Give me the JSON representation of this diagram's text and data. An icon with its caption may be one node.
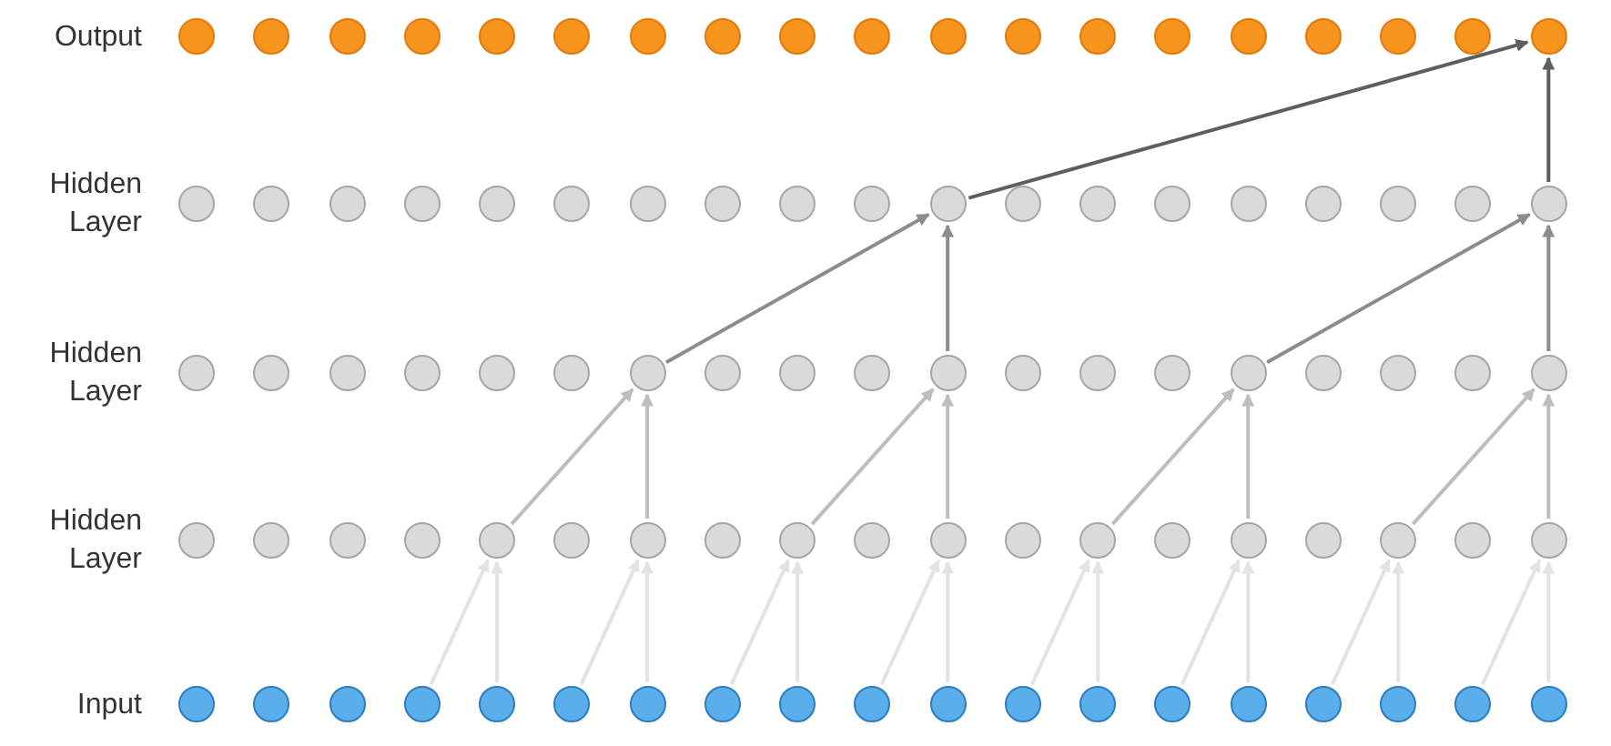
{
  "diagram": {
    "nodes": [
      {
        "text": [],
        "shape": "circle"
      },
      {
        "text": [],
        "shape": "circle"
      },
      {
        "text": [],
        "shape": "circle"
      },
      {
        "text": [],
        "shape": "circle"
      },
      {
        "text": [],
        "shape": "circle"
      },
      {
        "text": [],
        "shape": "circle"
      },
      {
        "text": [],
        "shape": "circle"
      },
      {
        "text": [],
        "shape": "circle"
      },
      {
        "text": [],
        "shape": "circle"
      },
      {
        "text": [],
        "shape": "circle"
      },
      {
        "text": [],
        "shape": "circle"
      },
      {
        "text": [],
        "shape": "circle"
      },
      {
        "text": [],
        "shape": "circle"
      },
      {
        "text": [],
        "shape": "circle"
      },
      {
        "text": [],
        "shape": "circle"
      },
      {
        "text": [],
        "shape": "circle"
      },
      {
        "text": [],
        "shape": "circle"
      },
      {
        "text": [],
        "shape": "circle"
      },
      {
        "text": [],
        "shape": "circle"
      },
      {
        "text": [],
        "shape": "circle"
      },
      {
        "text": [],
        "shape": "circle"
      },
      {
        "text": [],
        "shape": "circle"
      },
      {
        "text": [],
        "shape": "circle"
      },
      {
        "text": [],
        "shape": "circle"
      },
      {
        "text": [],
        "shape": "circle"
      },
      {
        "text": [],
        "shape": "circle"
      },
      {
        "text": [],
        "shape": "circle"
      },
      {
        "text": [],
        "shape": "circle"
      },
      {
        "text": [],
        "shape": "circle"
      },
      {
        "text": [],
        "shape": "circle"
      },
      {
        "text": [],
        "shape": "circle"
      },
      {
        "text": [],
        "shape": "circle"
      },
      {
        "text": [],
        "shape": "circle"
      },
      {
        "text": [],
        "shape": "circle"
      },
      {
        "text": [],
        "shape": "circle"
      },
      {
        "text": [],
        "shape": "circle"
      },
      {
        "text": [],
        "shape": "circle"
      },
      {
        "text": [],
        "shape": "circle"
      },
      {
        "text": [],
        "shape": "circle"
      },
      {
        "text": [],
        "shape": "circle"
      },
      {
        "text": [],
        "shape": "circle"
      },
      {
        "text": [],
        "shape": "circle"
      },
      {
        "text": [],
        "shape": "circle"
      },
      {
        "text": [],
        "shape": "circle"
      },
      {
        "text": [],
        "shape": "circle"
      },
      {
        "text": [],
        "shape": "circle"
      },
      {
        "text": [],
        "shape": "circle"
      },
      {
        "text": [],
        "shape": "circle"
      },
      {
        "text": [],
        "shape": "circle"
      },
      {
        "text": [],
        "shape": "circle"
      },
      {
        "text": [],
        "shape": "circle"
      },
      {
        "text": [],
        "shape": "circle"
      },
      {
        "text": [],
        "shape": "circle"
      },
      {
        "text": [],
        "shape": "circle"
      },
      {
        "text": [],
        "shape": "circle"
      },
      {
        "text": [],
        "shape": "circle"
      },
      {
        "text": [],
        "shape": "circle"
      },
      {
        "text": [],
        "shape": "circle"
      },
      {
        "text": [],
        "shape": "circle"
      },
      {
        "text": [],
        "shape": "circle"
      },
      {
        "text": [],
        "shape": "circle"
      },
      {
        "text": [],
        "shape": "circle"
      },
      {
        "text": [],
        "shape": "circle"
      },
      {
        "text": [],
        "shape": "circle"
      },
      {
        "text": [],
        "shape": "circle"
      },
      {
        "text": [],
        "shape": "circle"
      },
      {
        "text": [],
        "shape": "circle"
      },
      {
        "text": [],
        "shape": "circle"
      },
      {
        "text": [],
        "shape": "circle"
      },
      {
        "text": [],
        "shape": "circle"
      },
      {
        "text": [],
        "shape": "circle"
      },
      {
        "text": [],
        "shape": "circle"
      },
      {
        "text": [],
        "shape": "circle"
      },
      {
        "text": [],
        "shape": "circle"
      },
      {
        "text": [],
        "shape": "circle"
      },
      {
        "text": [],
        "shape": "circle"
      },
      {
        "text": [],
        "shape": "circle"
      },
      {
        "text": [],
        "shape": "circle"
      },
      {
        "text": [],
        "shape": "circle"
      },
      {
        "text": [],
        "shape": "circle"
      },
      {
        "text": [],
        "shape": "circle"
      },
      {
        "text": [],
        "shape": "circle"
      },
      {
        "text": [],
        "shape": "circle"
      },
      {
        "text": [],
        "shape": "circle"
      },
      {
        "text": [],
        "shape": "circle"
      },
      {
        "text": [],
        "shape": "circle"
      },
      {
        "text": [],
        "shape": "circle"
      },
      {
        "text": [],
        "shape": "circle"
      },
      {
        "text": [],
        "shape": "circle"
      },
      {
        "text": [],
        "shape": "circle"
      },
      {
        "text": [],
        "shape": "circle"
      },
      {
        "text": [],
        "shape": "circle"
      },
      {
        "text": [],
        "shape": "circle"
      },
      {
        "text": [],
        "shape": "circle"
      },
      {
        "text": [],
        "shape": "circle"
      }
    ],
    "edges": [
      {
        "from": 79,
        "to": 61,
        "arrow": "to"
      },
      {
        "from": 80,
        "to": 61,
        "arrow": "to"
      },
      {
        "from": 81,
        "to": 63,
        "arrow": "to"
      },
      {
        "from": 82,
        "to": 63,
        "arrow": "to"
      },
      {
        "from": 83,
        "to": 65,
        "arrow": "to"
      },
      {
        "from": 84,
        "to": 65,
        "arrow": "to"
      },
      {
        "from": 85,
        "to": 67,
        "arrow": "to"
      },
      {
        "from": 86,
        "to": 67,
        "arrow": "to"
      },
      {
        "from": 87,
        "to": 69,
        "arrow": "to"
      },
      {
        "from": 88,
        "to": 69,
        "arrow": "to"
      },
      {
        "from": 89,
        "to": 71,
        "arrow": "to"
      },
      {
        "from": 90,
        "to": 71,
        "arrow": "to"
      },
      {
        "from": 91,
        "to": 73,
        "arrow": "to"
      },
      {
        "from": 92,
        "to": 73,
        "arrow": "to"
      },
      {
        "from": 93,
        "to": 75,
        "arrow": "to"
      },
      {
        "from": 94,
        "to": 75,
        "arrow": "to"
      },
      {
        "from": 61,
        "to": 44,
        "arrow": "to",
        "color": "#bdbdbd"
      },
      {
        "from": 63,
        "to": 44,
        "arrow": "to",
        "color": "#bdbdbd"
      },
      {
        "from": 65,
        "to": 48,
        "arrow": "to",
        "color": "#bdbdbd"
      },
      {
        "from": 67,
        "to": 48,
        "arrow": "to",
        "color": "#bdbdbd"
      },
      {
        "from": 69,
        "to": 52,
        "arrow": "to",
        "color": "#bdbdbd"
      },
      {
        "from": 71,
        "to": 52,
        "arrow": "to",
        "color": "#bdbdbd"
      },
      {
        "from": 73,
        "to": 56,
        "arrow": "to",
        "color": "#bdbdbd"
      },
      {
        "from": 75,
        "to": 56,
        "arrow": "to",
        "color": "#bdbdbd"
      },
      {
        "from": 44,
        "to": 29,
        "arrow": "to",
        "color": "#8c8c8c"
      },
      {
        "from": 48,
        "to": 29,
        "arrow": "to",
        "color": "#8c8c8c"
      },
      {
        "from": 52,
        "to": 37,
        "arrow": "to",
        "color": "#8c8c8c"
      },
      {
        "from": 56,
        "to": 37,
        "arrow": "to",
        "color": "#8c8c8c"
      },
      {
        "from": 29,
        "to": 18,
        "arrow": "to",
        "color": "#5e5e5e"
      },
      {
        "from": 37,
        "to": 18,
        "arrow": "to",
        "color": "#5e5e5e"
      }
    ],
    "labels": [
      "Output",
      "Hidden Layer",
      "Hidden Layer",
      "Hidden Layer",
      "Input"
    ]
  }
}
